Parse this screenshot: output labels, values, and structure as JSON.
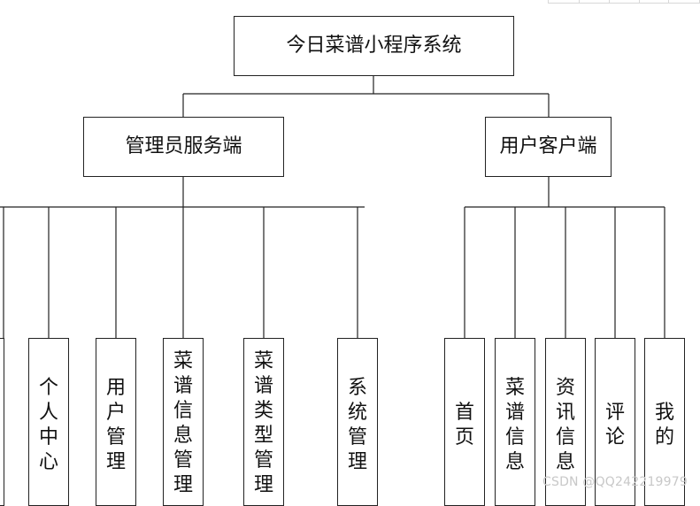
{
  "root": {
    "title": "今日菜谱小程序系统"
  },
  "admin": {
    "title": "管理员服务端",
    "modules": [
      {
        "label": "个人中心"
      },
      {
        "label": "用户管理"
      },
      {
        "label": "菜谱信息管理"
      },
      {
        "label": "菜谱类型管理"
      },
      {
        "label": "系统管理"
      }
    ]
  },
  "user": {
    "title": "用户客户端",
    "modules": [
      {
        "label": "首页"
      },
      {
        "label": "菜谱信息"
      },
      {
        "label": "资讯信息"
      },
      {
        "label": "评论"
      },
      {
        "label": "我的"
      }
    ]
  },
  "watermark": "CSDN @QQ242219979"
}
